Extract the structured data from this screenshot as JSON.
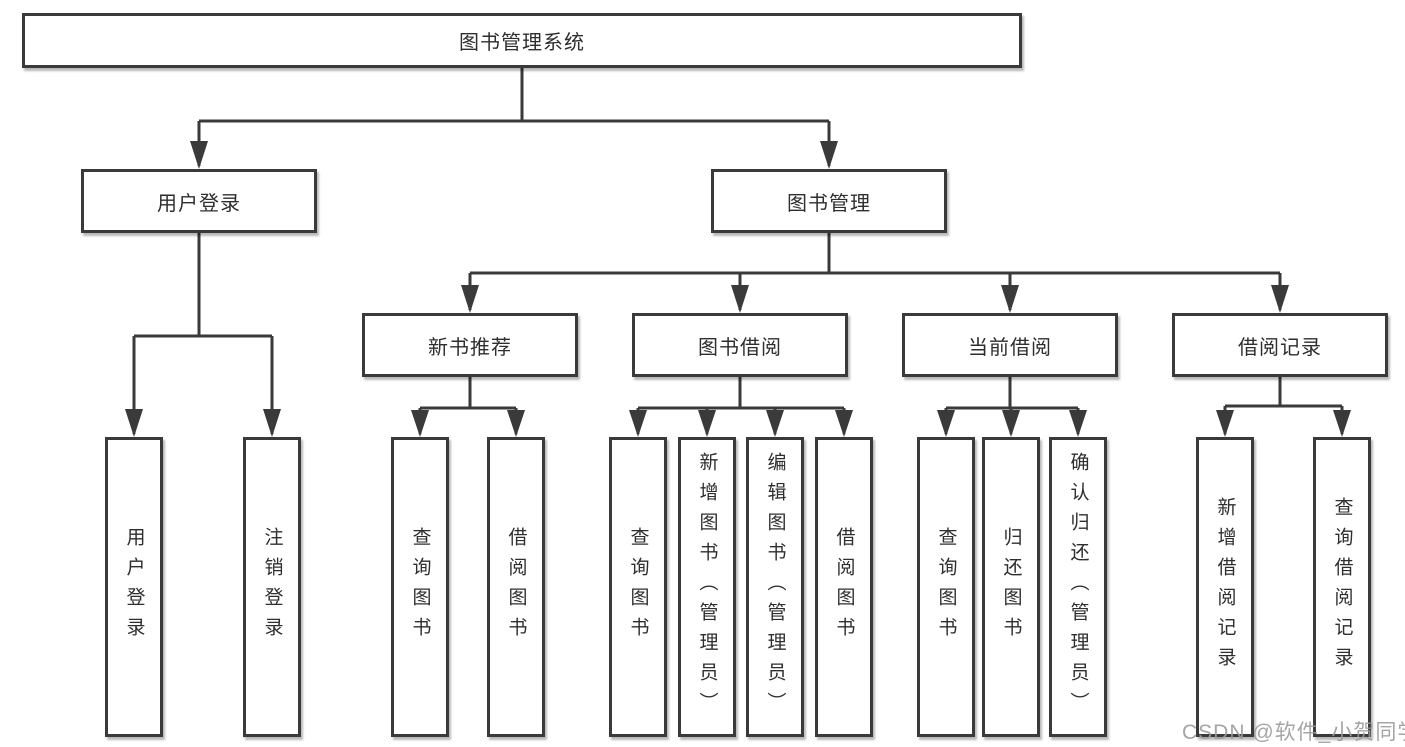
{
  "diagram": {
    "type": "tree",
    "title": "图书管理系统",
    "nodes": {
      "root": "图书管理系统",
      "userLogin": "用户登录",
      "bookMgmt": "图书管理",
      "ul_login": "用户登录",
      "ul_logout": "注销登录",
      "newBooks": "新书推荐",
      "bookBorrow": "图书借阅",
      "currentBorrow": "当前借阅",
      "borrowRecords": "借阅记录",
      "nb_query": "查询图书",
      "nb_borrow": "借阅图书",
      "bb_query": "查询图书",
      "bb_add": "新增图书（管理员）",
      "bb_edit": "编辑图书（管理员）",
      "bb_borrow": "借阅图书",
      "cb_query": "查询图书",
      "cb_return": "归还图书",
      "cb_confirm": "确认归还（管理员）",
      "br_add": "新增借阅记录",
      "br_query": "查询借阅记录"
    },
    "hierarchy": [
      {
        "parent": "图书管理系统",
        "children": [
          "用户登录",
          "图书管理"
        ]
      },
      {
        "parent": "用户登录",
        "children": [
          "用户登录",
          "注销登录"
        ]
      },
      {
        "parent": "图书管理",
        "children": [
          "新书推荐",
          "图书借阅",
          "当前借阅",
          "借阅记录"
        ]
      },
      {
        "parent": "新书推荐",
        "children": [
          "查询图书",
          "借阅图书"
        ]
      },
      {
        "parent": "图书借阅",
        "children": [
          "查询图书",
          "新增图书（管理员）",
          "编辑图书（管理员）",
          "借阅图书"
        ]
      },
      {
        "parent": "当前借阅",
        "children": [
          "查询图书",
          "归还图书",
          "确认归还（管理员）"
        ]
      },
      {
        "parent": "借阅记录",
        "children": [
          "新增借阅记录",
          "查询借阅记录"
        ]
      }
    ],
    "watermark": "CSDN @软件_小贺同学"
  },
  "colors": {
    "background": "#ffffff",
    "box_border": "#3a3a3a",
    "connector_line": "#3a3a3a",
    "text": "#2e2e2e",
    "watermark": "#9b9b9b"
  }
}
